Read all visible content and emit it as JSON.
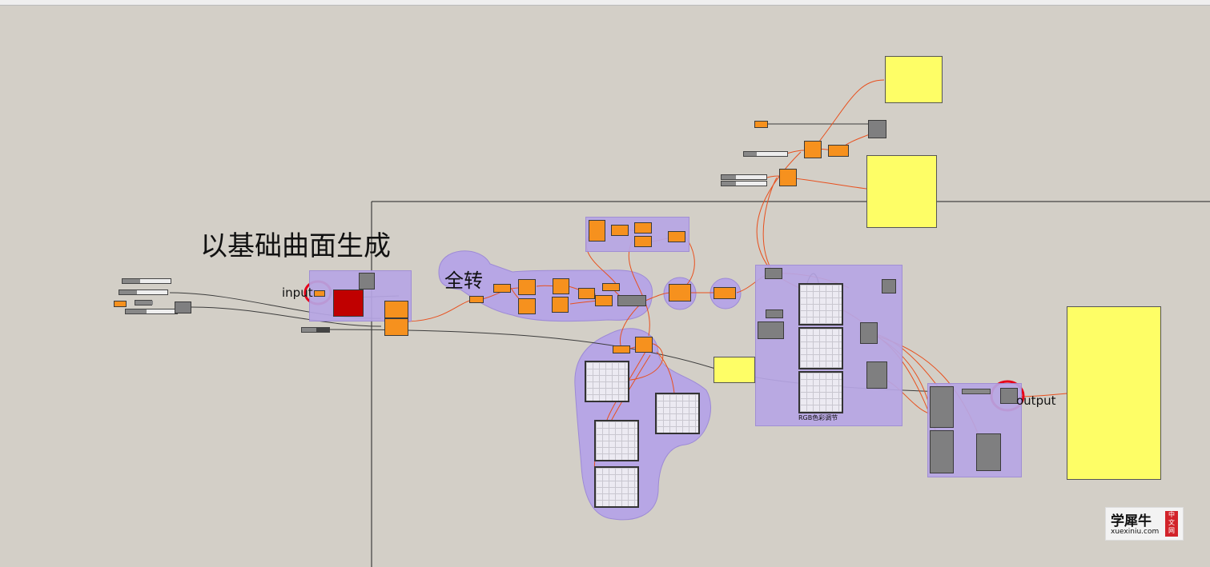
{
  "title": "以基础曲面生成",
  "labels": {
    "input": "input",
    "output": "output",
    "group_all_turn": "全转",
    "rgb_group": "RGB色彩调节"
  },
  "watermark": {
    "brand": "学犀牛",
    "domain": "xuexiniu.com",
    "seal": [
      "中",
      "文",
      "网"
    ]
  },
  "colors": {
    "canvas": "#d3cfc7",
    "group": "#b7a6e5",
    "param": "#f6911e",
    "component": "#7f7f80",
    "panel": "#fefe66",
    "wire": "#e8501e",
    "highlight": "#e6001a"
  }
}
